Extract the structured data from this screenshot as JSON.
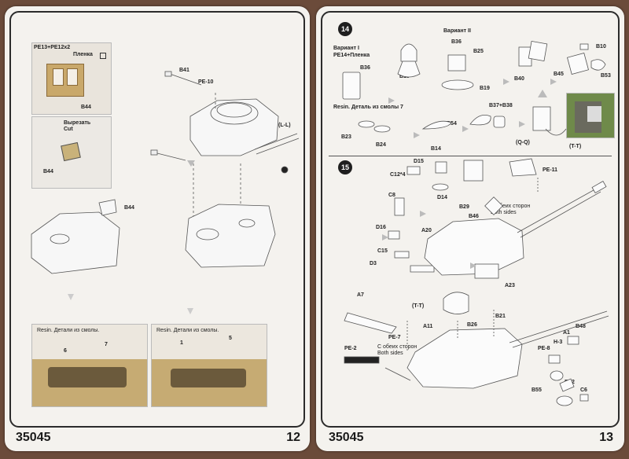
{
  "left_page": {
    "page_number": "12",
    "kit_number": "35045",
    "photo1": {
      "label_parts": "PE13+PE12x2",
      "label_film": "Пленка",
      "part": "B44"
    },
    "photo2": {
      "label_cut_ru": "Вырезать",
      "label_cut_en": "Cut",
      "part": "B44"
    },
    "callouts": {
      "b41": "B41",
      "pe10": "PE-10",
      "l": "(L-L)",
      "b44": "B44"
    },
    "resin_photo1": {
      "caption": "Resin. Детали из смолы.",
      "n1": "6",
      "n2": "7"
    },
    "resin_photo2": {
      "caption": "Resin. Детали из смолы.",
      "n1": "1",
      "n2": "5"
    }
  },
  "right_page": {
    "page_number": "13",
    "kit_number": "35045",
    "step14": {
      "number": "14",
      "variant1": "Вариант I",
      "variant1_parts": "PE14+Пленка",
      "b36a": "B36",
      "resin": "Resin. Деталь из смолы 7",
      "variant2": "Вариант II",
      "b36b": "B36",
      "b25": "B25",
      "b19a": "B19",
      "b19b": "B19",
      "b10": "B10",
      "b40": "B40",
      "b45": "B45",
      "b53": "B53",
      "b23": "B23",
      "b24": "B24",
      "b14": "B14",
      "b54": "B54",
      "b37": "B37+B38",
      "qq": "(Q-Q)",
      "tt": "(T-T)"
    },
    "step15": {
      "number": "15",
      "d15": "D15",
      "c12": "C12*4",
      "c8": "C8",
      "d14": "D14",
      "b29": "B29",
      "b46": "B46",
      "pe11": "PE-11",
      "both1_ru": "С обеих сторон",
      "both1_en": "Both sides",
      "d16": "D16",
      "a20": "A20",
      "c15": "C15",
      "d3": "D3",
      "a23": "A23",
      "a7": "A7",
      "tt": "(T-T)",
      "pe7": "PE-7",
      "pe2": "PE-2",
      "both2_ru": "С обеих сторон",
      "both2_en": "Both sides",
      "a11": "A11",
      "b26": "B26",
      "b21": "B21",
      "b48": "B48",
      "a1": "A1",
      "h3": "H-3",
      "pe8": "PE-8",
      "b52": "B52",
      "c6": "C6",
      "b55": "B55"
    }
  }
}
